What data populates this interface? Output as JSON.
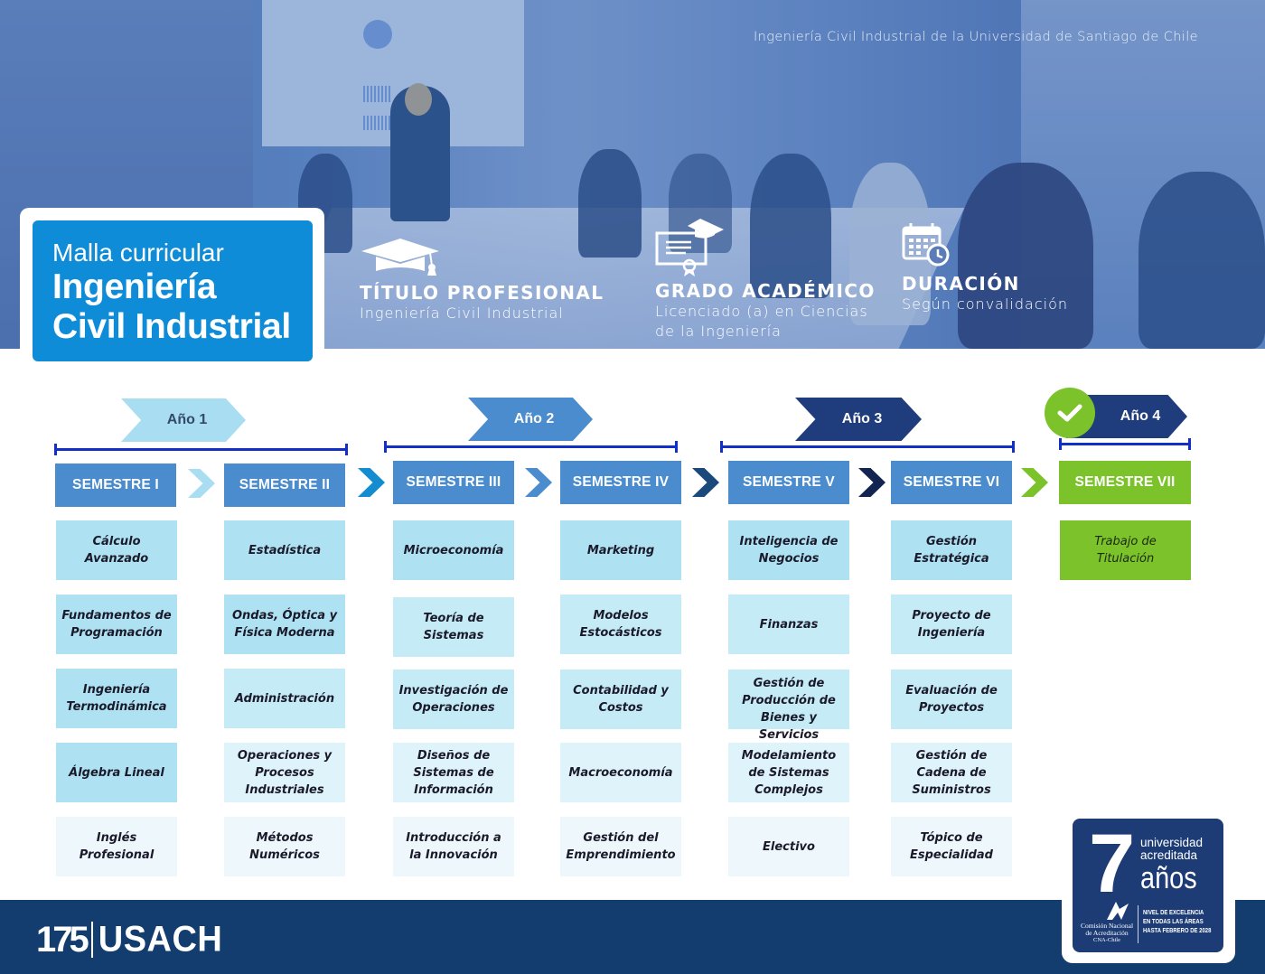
{
  "hero": {
    "caption": "Ingeniería Civil Industrial de la Universidad de Santiago de Chile",
    "title_pre": "Malla curricular",
    "title_line1": "Ingeniería",
    "title_line2": "Civil Industrial",
    "info": [
      {
        "icon": "graduation-cap-icon",
        "title": "TÍTULO PROFESIONAL",
        "lines": [
          "Ingeniería Civil Industrial"
        ]
      },
      {
        "icon": "diploma-icon",
        "title": "GRADO ACADÉMICO",
        "lines": [
          "Licenciado (a) en Ciencias",
          "de la Ingeniería"
        ]
      },
      {
        "icon": "calendar-clock-icon",
        "title": "DURACIÓN",
        "lines": [
          "Según convalidación"
        ]
      }
    ]
  },
  "colors": {
    "brand_blue": "#0f8cd8",
    "semester_blue": "#4a8ccd",
    "green": "#7cc22a",
    "bracket": "#1030c8",
    "footer": "#123d6e",
    "year1": "#a9def2",
    "year2": "#4a8ccd",
    "year3": "#1f3c7c",
    "year4": "#1f3c7c"
  },
  "years": [
    {
      "label": "Año 1"
    },
    {
      "label": "Año 2"
    },
    {
      "label": "Año 3"
    },
    {
      "label": "Año 4",
      "completed_icon": "check-icon"
    }
  ],
  "semesters": [
    {
      "label": "SEMESTRE I",
      "courses": [
        "Cálculo Avanzado",
        "Fundamentos de Programación",
        "Ingeniería Termodinámica",
        "Álgebra Lineal",
        "Inglés Profesional"
      ]
    },
    {
      "label": "SEMESTRE II",
      "courses": [
        "Estadística",
        "Ondas, Óptica y Física Moderna",
        "Administración",
        "Operaciones y Procesos Industriales",
        "Métodos Numéricos"
      ]
    },
    {
      "label": "SEMESTRE III",
      "courses": [
        "Microeconomía",
        "Teoría de Sistemas",
        "Investigación de Operaciones",
        "Diseños de Sistemas de Información",
        "Introducción a la Innovación"
      ]
    },
    {
      "label": "SEMESTRE IV",
      "courses": [
        "Marketing",
        "Modelos Estocásticos",
        "Contabilidad y Costos",
        "Macroeconomía",
        "Gestión del Emprendimiento"
      ]
    },
    {
      "label": "SEMESTRE V",
      "courses": [
        "Inteligencia de Negocios",
        "Finanzas",
        "Gestión de Producción de Bienes y Servicios",
        "Modelamiento de Sistemas Complejos",
        "Electivo"
      ]
    },
    {
      "label": "SEMESTRE VI",
      "courses": [
        "Gestión Estratégica",
        "Proyecto de Ingeniería",
        "Evaluación de Proyectos",
        "Gestión de Cadena de Suministros",
        "Tópico de Especialidad"
      ]
    },
    {
      "label": "SEMESTRE VII",
      "courses": [
        "Trabajo de Titulación"
      ]
    }
  ],
  "footer": {
    "logo_anniversary": "175",
    "logo_name": "USACH"
  },
  "accreditation": {
    "years": "7",
    "line1": "universidad",
    "line2": "acreditada",
    "unit": "años",
    "agency_line1": "Comisión Nacional",
    "agency_line2": "de Acreditación",
    "agency_line3": "CNA-Chile",
    "note_line1": "NIVEL DE EXCELENCIA",
    "note_line2": "EN TODAS LAS ÁREAS",
    "note_line3": "HASTA FEBRERO DE 2028"
  }
}
